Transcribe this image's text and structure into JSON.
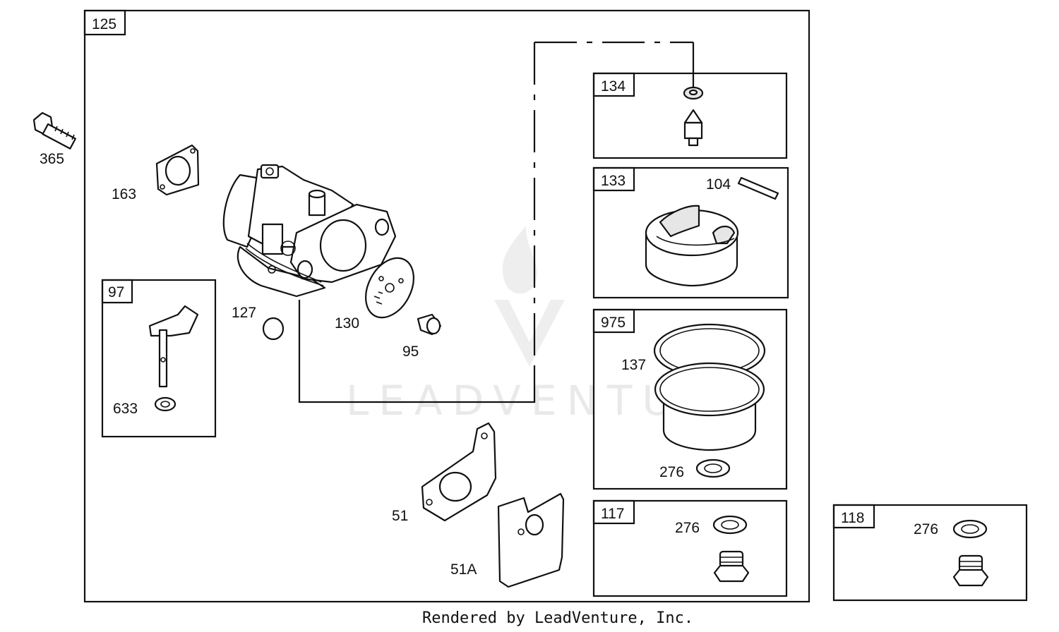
{
  "watermark": {
    "text": "LEADVENTURE"
  },
  "footer": {
    "text": "Rendered by LeadVenture, Inc."
  },
  "boxes": {
    "b125": "125",
    "b134": "134",
    "b133": "133",
    "b975": "975",
    "b97": "97",
    "b117": "117",
    "b118": "118"
  },
  "callouts": {
    "c365": "365",
    "c163": "163",
    "c127": "127",
    "c130": "130",
    "c95": "95",
    "c633": "633",
    "c104": "104",
    "c137": "137",
    "c276a": "276",
    "c276b": "276",
    "c276c": "276",
    "c51": "51",
    "c51a": "51A"
  }
}
